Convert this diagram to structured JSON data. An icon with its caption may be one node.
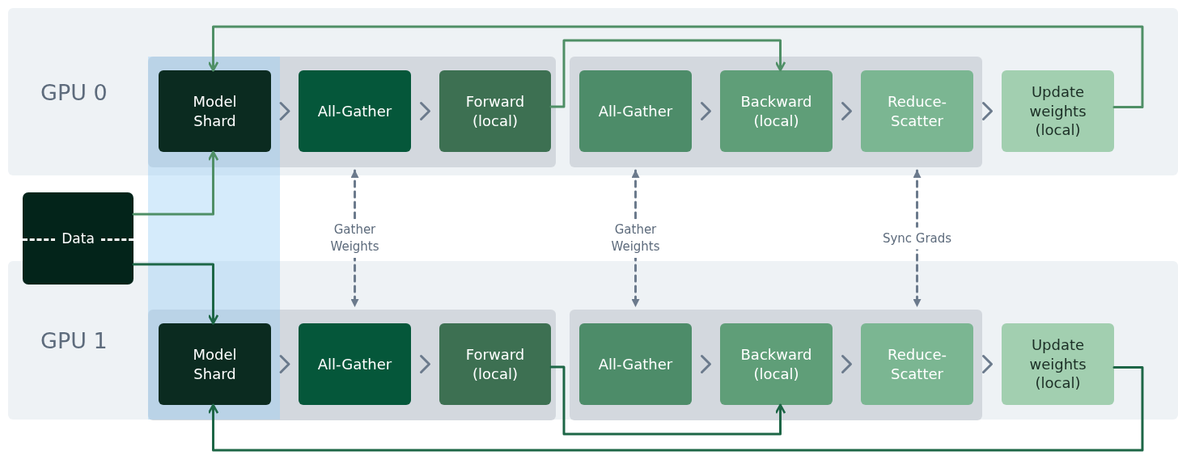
{
  "diagram": {
    "nodes": [
      {
        "text": [
          "GPU 0"
        ]
      },
      {
        "text": [],
        "shape": "box",
        "in": 0
      },
      {
        "text": [
          "Model Shard"
        ],
        "in": 1
      },
      {
        "text": [
          "All-Gather"
        ],
        "in": 1
      },
      {
        "text": [
          "Forward (local)"
        ],
        "in": 1
      },
      {
        "text": [],
        "shape": "box",
        "in": 0
      },
      {
        "text": [
          "All-Gather"
        ],
        "in": 5
      },
      {
        "text": [
          "Backward (local)"
        ],
        "in": 5
      },
      {
        "text": [
          "Reduce-Scatter"
        ],
        "in": 5
      },
      {
        "text": [
          "Update weights (local)"
        ],
        "in": 0
      },
      {
        "text": [
          "Data"
        ]
      },
      {
        "text": [
          "GPU 1"
        ]
      },
      {
        "text": [],
        "shape": "box",
        "in": 11
      },
      {
        "text": [
          "Model Shard"
        ],
        "in": 12
      },
      {
        "text": [
          "All-Gather"
        ],
        "in": 12
      },
      {
        "text": [
          "Forward (local)"
        ],
        "in": 12
      },
      {
        "text": [],
        "shape": "box",
        "in": 11
      },
      {
        "text": [
          "All-Gather"
        ],
        "in": 16
      },
      {
        "text": [
          "Backward (local)"
        ],
        "in": 16
      },
      {
        "text": [
          "Reduce-Scatter"
        ],
        "in": 16
      },
      {
        "text": [
          "Update weights (local)"
        ],
        "in": 11
      }
    ],
    "edges": [
      {
        "from": 2,
        "to": 3,
        "arrow": "to"
      },
      {
        "from": 3,
        "to": 4,
        "arrow": "to"
      },
      {
        "from": 6,
        "to": 7,
        "arrow": "to"
      },
      {
        "from": 7,
        "to": 8,
        "arrow": "to"
      },
      {
        "from": 8,
        "to": 9,
        "arrow": "to"
      },
      {
        "from": 13,
        "to": 14,
        "arrow": "to"
      },
      {
        "from": 14,
        "to": 15,
        "arrow": "to"
      },
      {
        "from": 17,
        "to": 18,
        "arrow": "to"
      },
      {
        "from": 18,
        "to": 19,
        "arrow": "to"
      },
      {
        "from": 19,
        "to": 20,
        "arrow": "to"
      },
      {
        "from": 4,
        "to": 7,
        "arrow": "to",
        "color": "#4f8f66"
      },
      {
        "from": 9,
        "to": 2,
        "arrow": "to",
        "color": "#4f8f66"
      },
      {
        "from": 10,
        "to": 2,
        "arrow": "to",
        "color": "#4f8f66"
      },
      {
        "from": 10,
        "to": 13,
        "arrow": "to",
        "color": "#1d6646"
      },
      {
        "from": 15,
        "to": 18,
        "arrow": "to",
        "color": "#1d6646"
      },
      {
        "from": 20,
        "to": 13,
        "arrow": "to",
        "color": "#1d6646"
      },
      {
        "from": 3,
        "to": 14,
        "arrow": "both",
        "style": "dashed",
        "label": "Gather Weights"
      },
      {
        "from": 6,
        "to": 17,
        "arrow": "both",
        "style": "dashed",
        "label": "Gather Weights"
      },
      {
        "from": 8,
        "to": 19,
        "arrow": "both",
        "style": "dashed",
        "label": "Sync Grads"
      }
    ]
  }
}
